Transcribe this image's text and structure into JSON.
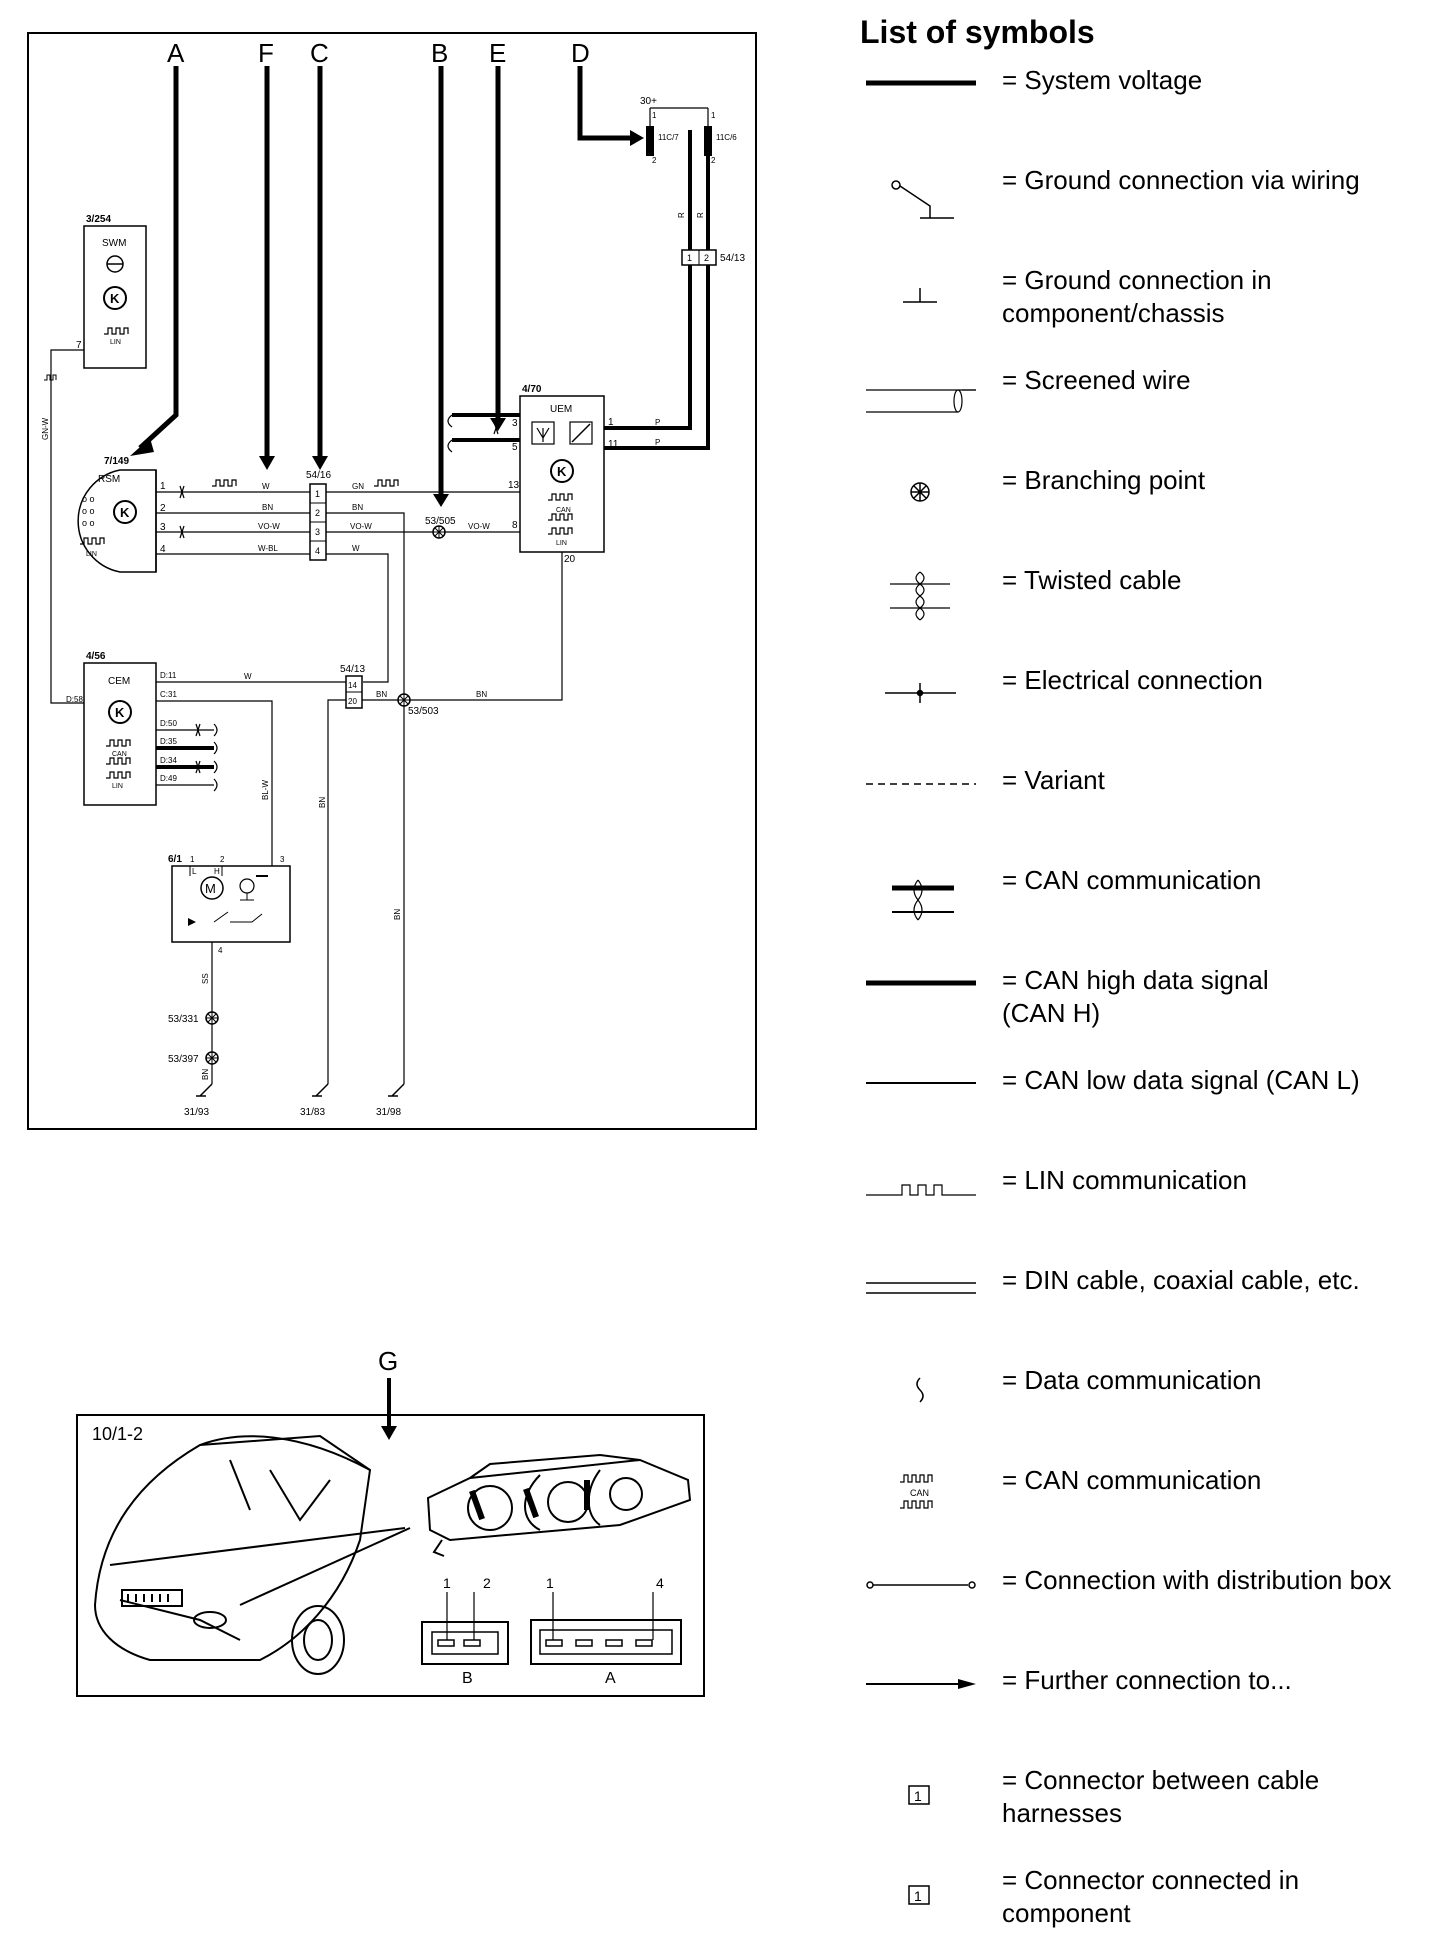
{
  "legend": {
    "title": "List of symbols",
    "items": [
      {
        "symbol": "system-voltage",
        "text": "= System voltage"
      },
      {
        "symbol": "ground-via-wiring",
        "text": "= Ground connection via wiring"
      },
      {
        "symbol": "ground-in-component",
        "text": "= Ground connection in component/chassis"
      },
      {
        "symbol": "screened-wire",
        "text": "= Screened wire"
      },
      {
        "symbol": "branching-point",
        "text": "= Branching point"
      },
      {
        "symbol": "twisted-cable",
        "text": "= Twisted cable"
      },
      {
        "symbol": "electrical-connection",
        "text": "= Electrical connection"
      },
      {
        "symbol": "variant",
        "text": "= Variant"
      },
      {
        "symbol": "can-communication-twisted",
        "text": "= CAN communication"
      },
      {
        "symbol": "can-high",
        "text": "= CAN high data signal (CAN H)"
      },
      {
        "symbol": "can-low",
        "text": "= CAN low data signal (CAN L)"
      },
      {
        "symbol": "lin-communication",
        "text": "= LIN communication"
      },
      {
        "symbol": "din-cable",
        "text": "= DIN cable, coaxial cable, etc."
      },
      {
        "symbol": "data-communication",
        "text": "= Data communication"
      },
      {
        "symbol": "can-communication-pulse",
        "text": "= CAN communication"
      },
      {
        "symbol": "distribution-box",
        "text": "= Connection with distribution box"
      },
      {
        "symbol": "further-connection",
        "text": "= Further connection to..."
      },
      {
        "symbol": "connector-between-harnesses",
        "text": "= Connector between cable harnesses"
      },
      {
        "symbol": "connector-in-component",
        "text": "= Connector connected in component"
      }
    ],
    "connector_glyph": "1"
  },
  "schematic": {
    "callouts": {
      "a": "A",
      "f": "F",
      "c": "C",
      "b": "B",
      "e": "E",
      "d": "D"
    },
    "swm": {
      "id": "3/254",
      "name": "SWM",
      "pin": "7",
      "lin": "LIN"
    },
    "rsm": {
      "id": "7/149",
      "name": "RSM",
      "pins": [
        "1",
        "2",
        "3",
        "4"
      ],
      "lin": "LIN"
    },
    "conn_5416": {
      "id": "54/16",
      "pins": [
        "1",
        "2",
        "3",
        "4"
      ]
    },
    "wires": {
      "w1a": "W",
      "w2a": "BN",
      "w3a": "VO-W",
      "w4a": "W-BL",
      "w1b": "GN",
      "w2b": "BN",
      "w3b": "VO-W",
      "w4b": "W",
      "w3c": "VO-W",
      "gnw": "GN-W",
      "blw": "BL-W",
      "bn_v1": "BN",
      "bn_v2": "BN",
      "ss": "SS",
      "bn_low": "BN",
      "p1": "P",
      "p2": "P",
      "w_cem": "W",
      "bn_mid": "BN",
      "bn_right": "BN",
      "d1": "R",
      "d2": "R"
    },
    "branch_5305": "53/505",
    "uem": {
      "id": "4/70",
      "name": "UEM",
      "pins_left": [
        "3",
        "5",
        "8"
      ],
      "pins_right": [
        "1",
        "11"
      ],
      "pin13": "13",
      "pin20": "20",
      "can": "CAN",
      "lin": "LIN"
    },
    "fuse_top": {
      "label": "30+",
      "c1": "11C/7",
      "c2": "11C/6",
      "p1": "1",
      "p2": "2",
      "p3": "1",
      "p4": "2"
    },
    "conn_5413_top": {
      "id": "54/13",
      "pins": [
        "1",
        "2"
      ]
    },
    "cem": {
      "id": "4/56",
      "name": "CEM",
      "pins": [
        "D:11",
        "C:31",
        "D:50",
        "D:35",
        "D:34",
        "D:49"
      ],
      "pin_left": "D:58",
      "can": "CAN",
      "lin": "LIN"
    },
    "conn_5413_mid": {
      "id": "54/13",
      "pins": [
        "14",
        "20"
      ]
    },
    "branch_53503": "53/503",
    "motor": {
      "id": "6/1",
      "pins": [
        "1",
        "2",
        "3",
        "4"
      ],
      "letters": [
        "L",
        "H"
      ]
    },
    "branch_53331": "53/331",
    "branch_53397": "53/397",
    "grounds": [
      "31/93",
      "31/83",
      "31/98"
    ]
  },
  "location": {
    "callout": "G",
    "box_label": "10/1-2",
    "connector_b": {
      "label": "B",
      "pins": [
        "1",
        "2"
      ]
    },
    "connector_a": {
      "label": "A",
      "pins": [
        "1",
        "4"
      ]
    }
  }
}
